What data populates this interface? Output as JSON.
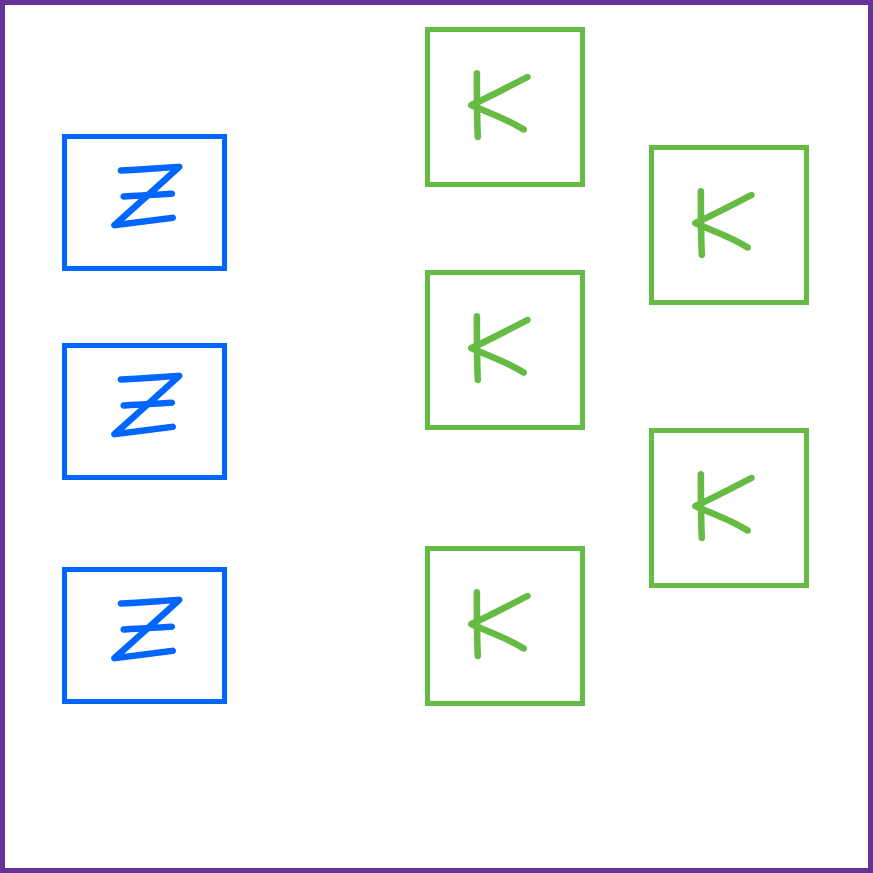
{
  "colors": {
    "frame": "#663399",
    "z_cards": "#0066ff",
    "k_cards": "#66bb44"
  },
  "z_cards": [
    {
      "letter": "Z",
      "icon": "handwritten-z-icon"
    },
    {
      "letter": "Z",
      "icon": "handwritten-z-icon"
    },
    {
      "letter": "Z",
      "icon": "handwritten-z-icon"
    }
  ],
  "k_cards": [
    {
      "letter": "K",
      "icon": "handwritten-k-icon"
    },
    {
      "letter": "K",
      "icon": "handwritten-k-icon"
    },
    {
      "letter": "K",
      "icon": "handwritten-k-icon"
    },
    {
      "letter": "K",
      "icon": "handwritten-k-icon"
    },
    {
      "letter": "K",
      "icon": "handwritten-k-icon"
    }
  ]
}
